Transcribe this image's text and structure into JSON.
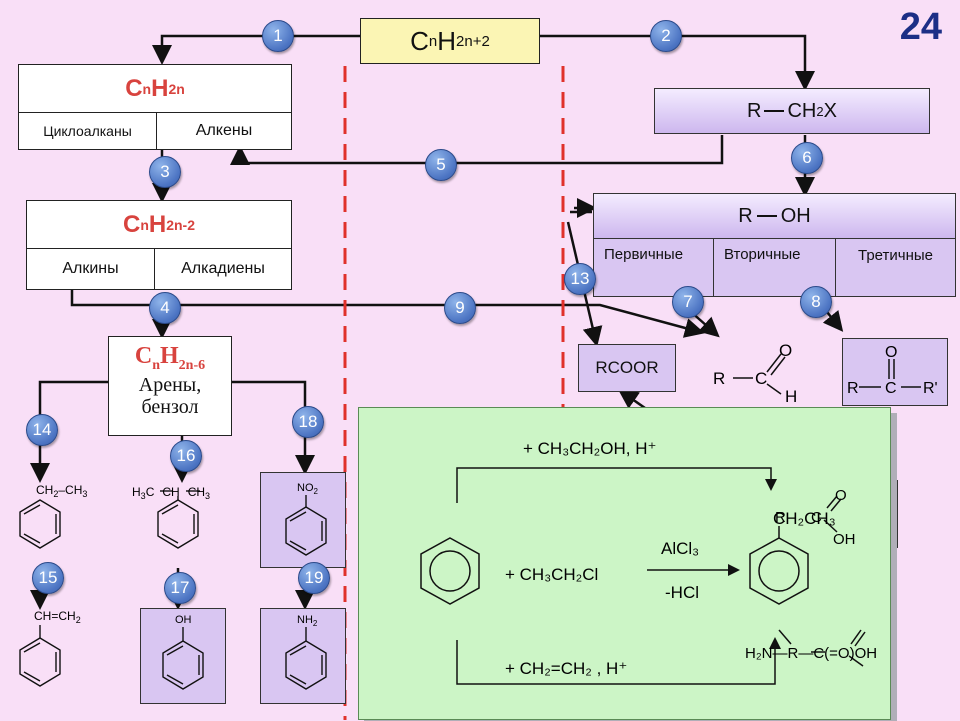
{
  "slide_number": "24",
  "alkane": {
    "formula_base": "C",
    "sub_n": "n",
    "h": "H",
    "sub_h": "2n+2"
  },
  "alkene_group": {
    "formula_c": "C",
    "sub_n": "n",
    "formula_h": "H",
    "sub_h": "2n",
    "left": "Циклоалканы",
    "right": "Алкены"
  },
  "alkyne_group": {
    "formula_c": "C",
    "sub_n": "n",
    "formula_h": "H",
    "sub_h": "2n-2",
    "left": "Алкины",
    "right": "Алкадиены"
  },
  "arene_group": {
    "formula_c": "C",
    "sub_n": "n",
    "formula_h": "H",
    "sub_h": "2n-6",
    "line1": "Арены,",
    "line2": "бензол"
  },
  "haloalkane": {
    "label": "R—CH₂X",
    "r": "R",
    "ch": "CH",
    "sub2": "2",
    "x": "X"
  },
  "alcohol": {
    "r": "R",
    "oh": "OH",
    "primary": "Первичные",
    "secondary": "Вторичные",
    "tertiary": "Третичные"
  },
  "ester": {
    "label": "RCOOR"
  },
  "aldehyde": {
    "r": "R",
    "c": "C",
    "o": "O",
    "h": "H"
  },
  "ketone": {
    "o": "O",
    "r": "R",
    "c": "C",
    "r2": "R'"
  },
  "markers": [
    "1",
    "2",
    "3",
    "4",
    "5",
    "6",
    "7",
    "8",
    "9",
    "13",
    "14",
    "15",
    "16",
    "17",
    "18",
    "19"
  ],
  "arene_products": {
    "ethylbenzene": {
      "ch": "CH",
      "sub2": "2",
      "ch3": "CH",
      "sub3": "3"
    },
    "cumene": {
      "h3c": "H",
      "c": "C",
      "ch": "CH",
      "ch3": "CH"
    },
    "nitrobenzene": {
      "no2": "NO",
      "sub2": "2"
    },
    "styrene": {
      "ch": "CH",
      "ch2": "CH",
      "sub2": "2"
    },
    "phenol": {
      "oh": "OH"
    },
    "aniline": {
      "nh2": "NH",
      "sub2": "2"
    }
  },
  "green_panel": {
    "top_reagent": "+ CH₃CH₂OH, H⁺",
    "middle_reagent": "+ CH₃CH₂Cl",
    "catalyst": "AlCl₃",
    "byproduct": "-HCl",
    "bottom_reagent": "+ CH₂=CH₂ , H⁺",
    "product_label": "CH₂CH₃",
    "amino_acid": "H₂N—R—C(=O)OH",
    "overlap_r": "R",
    "overlap_c": "C",
    "overlap_o": "O",
    "overlap_oh": "OH"
  }
}
